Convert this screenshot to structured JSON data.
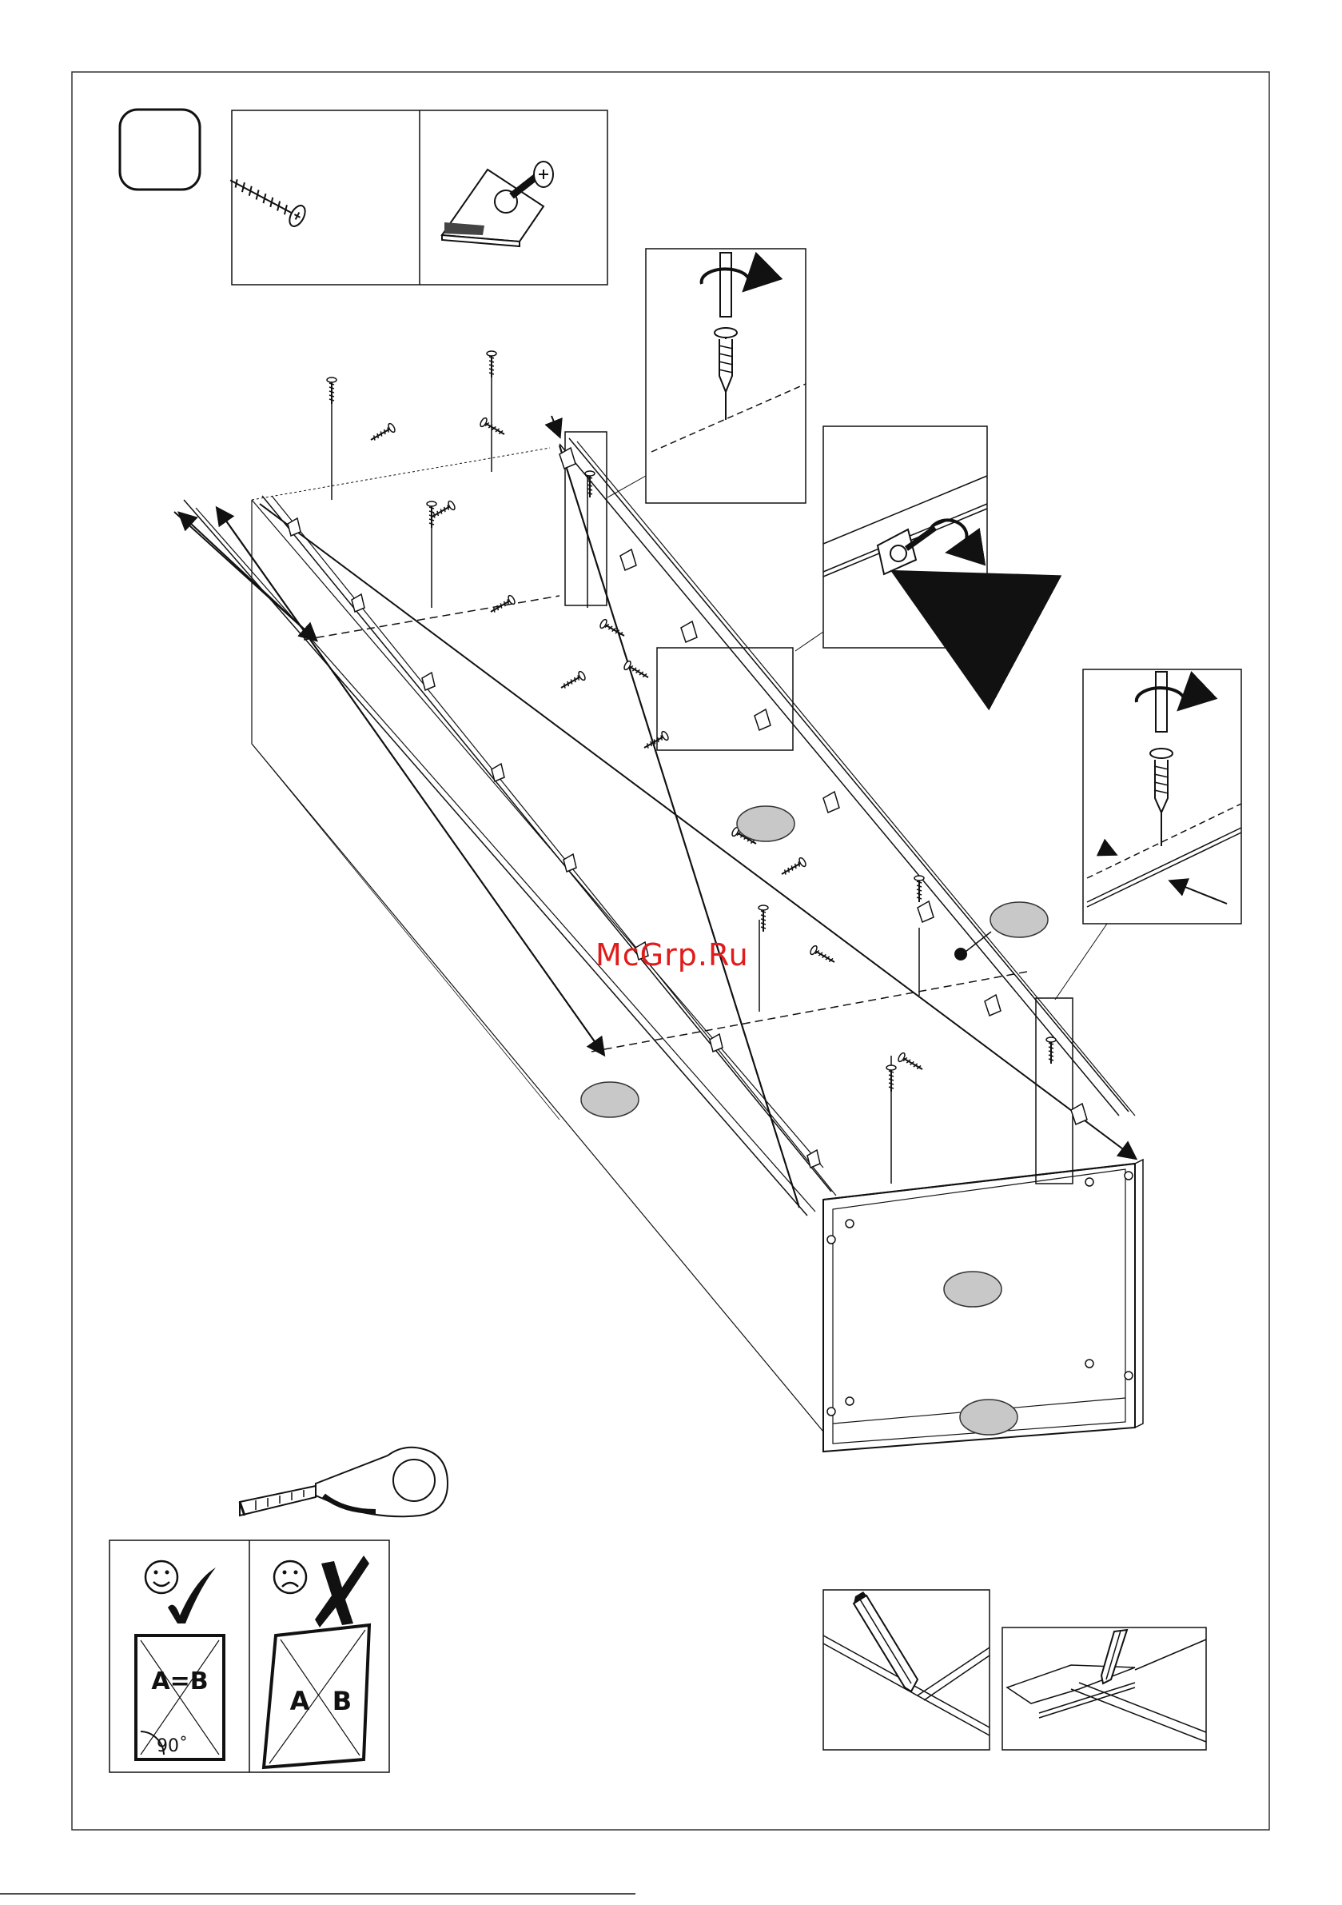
{
  "watermark": {
    "text": "McGrp.Ru",
    "color": "#e11b1b"
  },
  "square_check": {
    "good_label": "A=B",
    "angle_label": "90˚",
    "bad_label_a": "A",
    "bad_label_b": "B"
  },
  "icons": [
    "screw-icon",
    "corner-bracket-icon",
    "screwdriver-rotate-icon",
    "tape-measure-icon",
    "smiley-happy-icon",
    "smiley-sad-icon",
    "checkmark-icon",
    "cross-icon",
    "pencil-icon"
  ],
  "part_marker_color": "#c8c8c8"
}
